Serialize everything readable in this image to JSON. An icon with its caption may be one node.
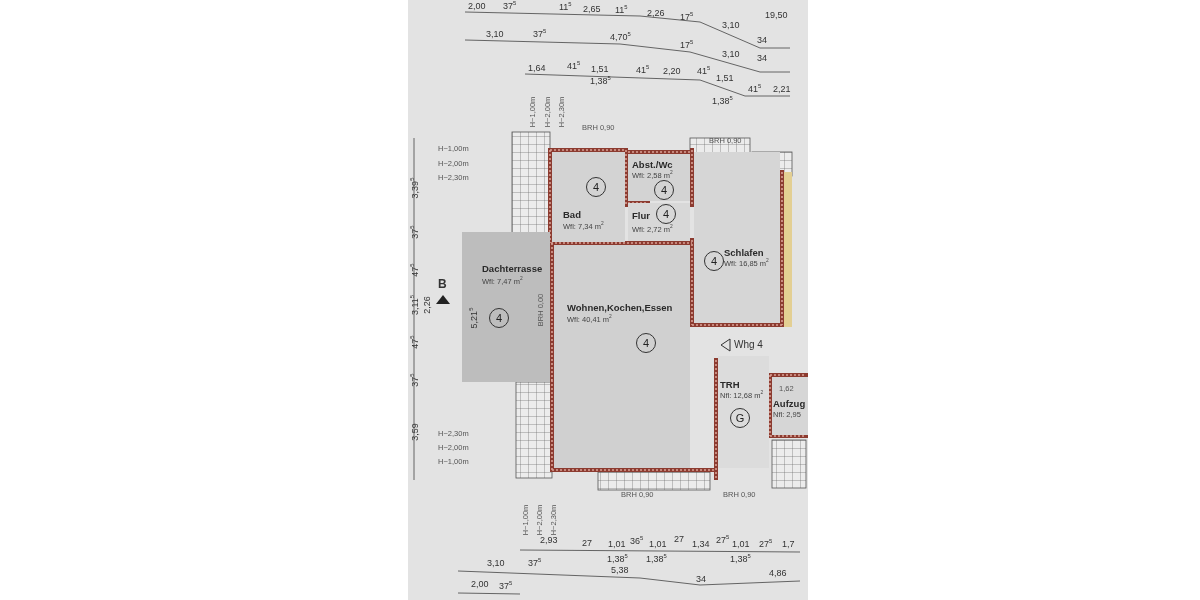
{
  "diagram": {
    "nodes": [
      {
        "text": [
          "Bad",
          "Wfl: 7,34 m$^{2}$"
        ]
      },
      {
        "text": [
          "4"
        ],
        "in": 0
      },
      {
        "text": [
          "Abst./Wc",
          "Wfl: 2,58 m$^{2}$"
        ]
      },
      {
        "text": [
          "4"
        ],
        "in": 2
      },
      {
        "text": [
          "Flur",
          "Wfl: 2,72 m$^{2}$"
        ]
      },
      {
        "text": [
          "4"
        ],
        "in": 4
      },
      {
        "text": [
          "Dachterrasse",
          "Wfl: 7,47 m$^{2}$"
        ]
      },
      {
        "text": [
          "4"
        ],
        "in": 6
      },
      {
        "text": [
          "Schlafen",
          "Wfl: 16,85 m$^{2}$"
        ]
      },
      {
        "text": [
          "4"
        ],
        "in": 8
      },
      {
        "text": [
          "Wohnen,Kochen,Essen",
          "Wfl: 40,41 m$^{2}$"
        ]
      },
      {
        "text": [
          "4"
        ],
        "in": 10
      },
      {
        "text": [
          "TRH",
          "Nfl: 12,68 m$^{2}$"
        ]
      },
      {
        "text": [
          "G"
        ],
        "in": 12
      },
      {
        "text": [
          "Aufzug",
          "Nfl: 2,95"
        ]
      }
    ],
    "labels": [
      "2,00",
      "37$^{5}$",
      "11$^{5}$",
      "2,65",
      "11$^{5}$",
      "2,26",
      "17$^{5}$",
      "19,50",
      "3,10",
      "37$^{5}$",
      "3,10",
      "34",
      "4,70$^{5}$",
      "17$^{5}$",
      "3,10",
      "34",
      "1,64",
      "41$^{5}$",
      "1,51",
      "1,38$^{5}$",
      "41$^{5}$",
      "2,20",
      "41$^{5}$",
      "1,51",
      "1,38$^{5}$",
      "41$^{5}$",
      "2,21",
      "H~1,00m",
      "H~2,00m",
      "H~2,30m",
      "BRH 0,90",
      "BRH 0,90",
      "H~1,00m",
      "H~2,00m",
      "H~2,30m",
      "3,39$^{5}$",
      "37$^{5}$",
      "47$^{5}$",
      "3,11$^{5}$",
      "2,26",
      "47$^{5}$",
      "37$^{5}$",
      "3,59",
      "B",
      "5,21$^{5}$",
      "BRH 0,00",
      "Whg 4",
      "1,62",
      "H~2,30m",
      "H~2,00m",
      "H~1,00m",
      "BRH 0,90",
      "BRH 0,90",
      "H~1,00m",
      "H~2,00m",
      "H~2,30m",
      "2,93",
      "27",
      "1,01",
      "1,38$^{5}$",
      "36$^{5}$",
      "1,01",
      "1,38$^{5}$",
      "27",
      "1,34",
      "27$^{5}$",
      "1,01",
      "1,38$^{5}$",
      "27$^{5}$",
      "1,7",
      "3,10",
      "37$^{5}$",
      "5,38",
      "34",
      "4,86",
      "2,00",
      "37$^{5}$"
    ]
  }
}
